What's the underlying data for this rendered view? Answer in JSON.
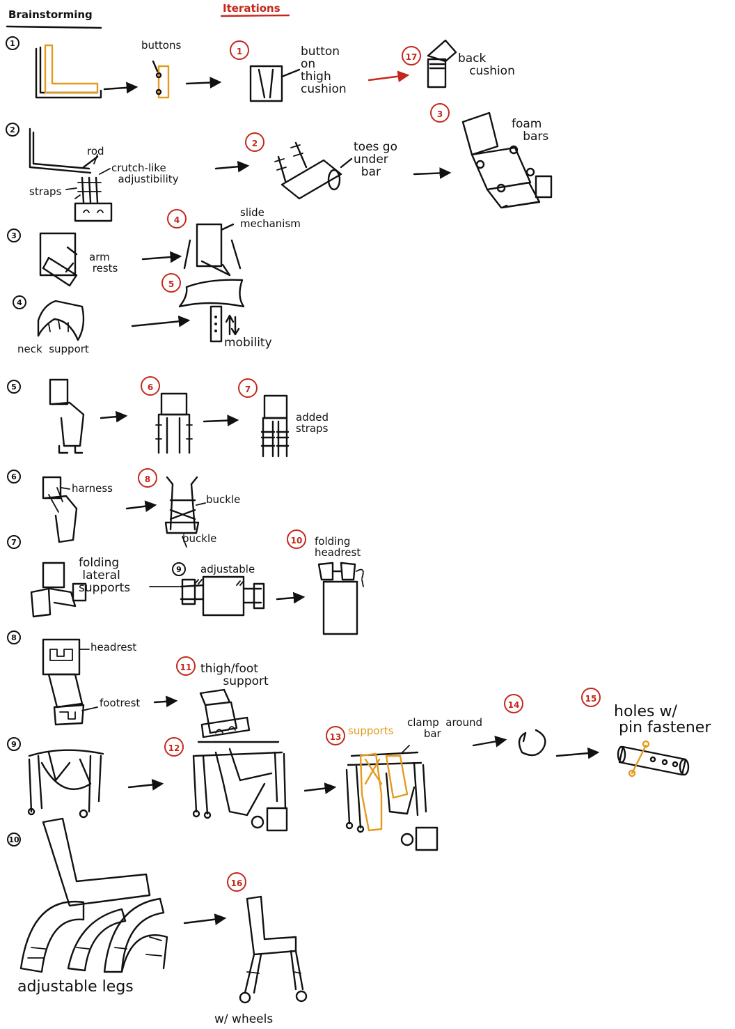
{
  "headings": {
    "brainstorming": "Brainstorming",
    "iterations": "Iterations"
  },
  "brainstorm_numbers": [
    "1",
    "2",
    "3",
    "4",
    "5",
    "6",
    "7",
    "8",
    "9",
    "10"
  ],
  "iteration_numbers": [
    "1",
    "17",
    "2",
    "3",
    "4",
    "5",
    "6",
    "7",
    "8",
    "10",
    "9",
    "11",
    "12",
    "13",
    "14",
    "15",
    "16"
  ],
  "labels": {
    "buttons": "buttons",
    "button_on_thigh_cushion": "button\non\nthigh\ncushion",
    "back_cushion": "back\n   cushion",
    "rod": "rod",
    "crutch_like_adjustibility": "crutch-like\n  adjustibility",
    "straps": "straps",
    "toes_go_under_bar": "toes go\nunder\n  bar",
    "foam_bars": "foam\n   bars",
    "slide_mechanism": "slide\nmechanism",
    "arm_rests": "arm\n rests",
    "neck_support": "neck  support",
    "mobility": "mobility",
    "added_straps": "added\nstraps",
    "harness": "harness",
    "buckle_right": "buckle",
    "buckle_bottom": "buckle",
    "folding_headrest": "folding\nheadrest",
    "folding_lateral_supports": "folding\n lateral\nsupports",
    "adjustable": "adjustable",
    "headrest": "headrest",
    "footrest": "footrest",
    "thigh_foot_support": "thigh/foot\n      support",
    "supports": "supports",
    "clamp_around_bar": "clamp  around\n     bar",
    "holes_w_pin_fastener": "holes w/\n pin fastener",
    "adjustable_legs": "adjustable legs",
    "w_wheels": "w/ wheels"
  },
  "colors": {
    "ink": "#111111",
    "accent_orange": "#e59a1e",
    "iteration_red": "#c4281c"
  }
}
